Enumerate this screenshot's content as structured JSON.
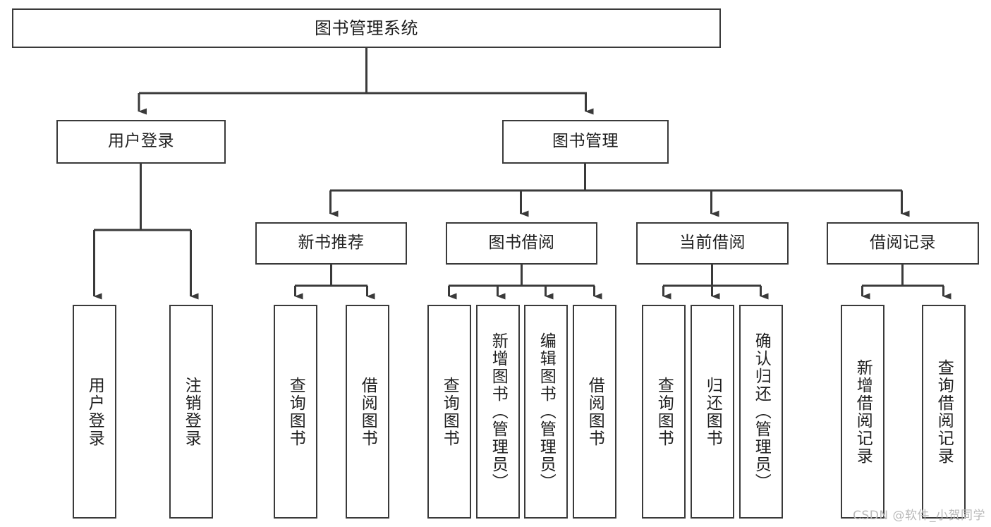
{
  "diagram": {
    "type": "hierarchy-tree",
    "title": "图书管理系统",
    "colors": {
      "background": "#ffffff",
      "box_border": "#3a3a3a",
      "box_fill": "#ffffff",
      "connector": "#3a3a3a",
      "text": "#1f1f1f",
      "watermark": "#b9b9b9"
    },
    "root": {
      "label": "图书管理系统"
    },
    "level2": [
      {
        "label": "用户登录"
      },
      {
        "label": "图书管理"
      }
    ],
    "level3": [
      {
        "label": "新书推荐"
      },
      {
        "label": "图书借阅"
      },
      {
        "label": "当前借阅"
      },
      {
        "label": "借阅记录"
      }
    ],
    "leaves": {
      "user_login": [
        {
          "label": "用户登录"
        },
        {
          "label": "注销登录"
        }
      ],
      "new_book_recommend": [
        {
          "label": "查询图书"
        },
        {
          "label": "借阅图书"
        }
      ],
      "book_borrow": [
        {
          "label": "查询图书"
        },
        {
          "label": "新增图书（管理员）"
        },
        {
          "label": "编辑图书（管理员）"
        },
        {
          "label": "借阅图书"
        }
      ],
      "current_borrow": [
        {
          "label": "查询图书"
        },
        {
          "label": "归还图书"
        },
        {
          "label": "确认归还（管理员）"
        }
      ],
      "borrow_record": [
        {
          "label": "新增借阅记录"
        },
        {
          "label": "查询借阅记录"
        }
      ]
    }
  },
  "watermark": {
    "text": "CSDN @软件_小贺同学"
  }
}
